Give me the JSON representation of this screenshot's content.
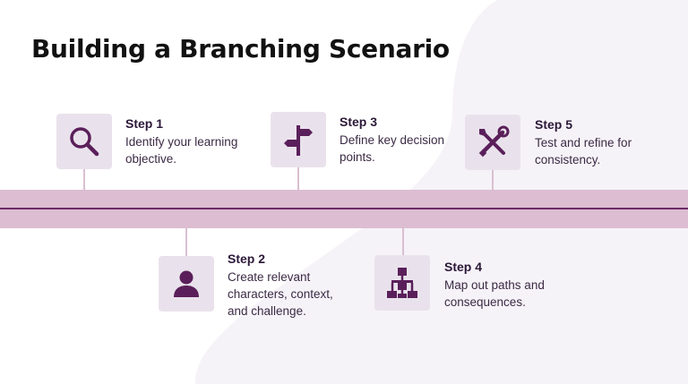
{
  "title": "Building a Branching Scenario",
  "colors": {
    "band": "#dcbdd1",
    "line": "#6b2a66",
    "icon": "#5a1f5a",
    "icon_box": "#e9e2ec"
  },
  "steps": [
    {
      "title": "Step 1",
      "description": "Identify your learning objective.",
      "icon": "magnifier-icon"
    },
    {
      "title": "Step 2",
      "description": "Create relevant characters, context, and challenge.",
      "icon": "person-icon"
    },
    {
      "title": "Step 3",
      "description": "Define key decision points.",
      "icon": "signpost-icon"
    },
    {
      "title": "Step 4",
      "description": "Map out paths and consequences.",
      "icon": "flowchart-icon"
    },
    {
      "title": "Step 5",
      "description": "Test and refine for consistency.",
      "icon": "tools-icon"
    }
  ]
}
